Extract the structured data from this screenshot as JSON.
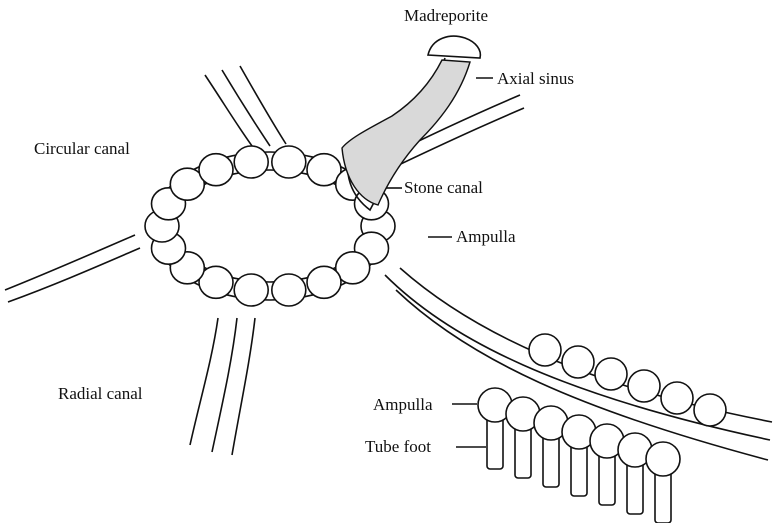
{
  "labels": {
    "madreporite": "Madreporite",
    "axial_sinus": "Axial sinus",
    "circular_canal": "Circular canal",
    "stone_canal": "Stone canal",
    "ampulla_top": "Ampulla",
    "radial_canal": "Radial canal",
    "ampulla_bottom": "Ampulla",
    "tube_foot": "Tube foot"
  }
}
